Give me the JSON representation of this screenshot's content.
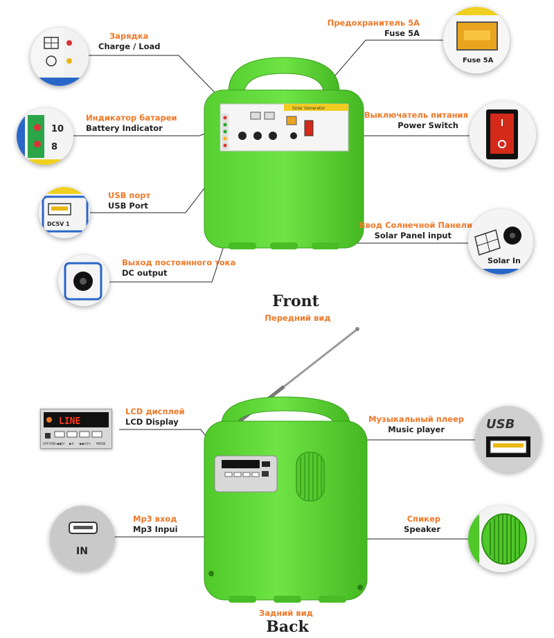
{
  "colors": {
    "accent": "#f07828",
    "text": "#222222",
    "device_green": "#5dd636",
    "device_dark": "#3fae1c"
  },
  "front": {
    "title": "Front",
    "subtitle": "Передний вид",
    "panel_label": "Solar Generator",
    "labels": {
      "charge": {
        "ru": "Зарядка",
        "en": "Charge / Load"
      },
      "battery": {
        "ru": "Индикатор батареи",
        "en": "Battery Indicator"
      },
      "usb": {
        "ru": "USB порт",
        "en": "USB Port"
      },
      "dc": {
        "ru": "Выход постоянного тока",
        "en": "DC  output"
      },
      "fuse": {
        "ru": "Предохранитель 5A",
        "en": "Fuse 5A"
      },
      "power": {
        "ru": "Выключатель питания",
        "en": "Power Switch"
      },
      "solar": {
        "ru": "Ввод Солнечной Панели",
        "en": "Solar Panel input"
      }
    },
    "insets": {
      "fuse_text": "Fuse 5A",
      "usb_text": "DC5V 1",
      "solar_text": "Solar In",
      "battery_marks": [
        "10",
        "8"
      ]
    }
  },
  "back": {
    "title": "Back",
    "subtitle": "Задний вид",
    "labels": {
      "lcd": {
        "ru": "LCD дисплей",
        "en": "LCD Display"
      },
      "mp3": {
        "ru": "Mp3 вход",
        "en": "Mp3 Inpui"
      },
      "music": {
        "ru": "Музыкальный плеер",
        "en": "Music player"
      },
      "speaker": {
        "ru": "Спикер",
        "en": "Speaker"
      }
    },
    "insets": {
      "lcd_text": "LINE",
      "lcd_buttons": [
        "OFF/ON",
        "I◀◀/V-",
        "▶II",
        "▶▶I/V+",
        "MODE"
      ],
      "mp3_text": "IN",
      "usb_logo": "USB"
    }
  }
}
